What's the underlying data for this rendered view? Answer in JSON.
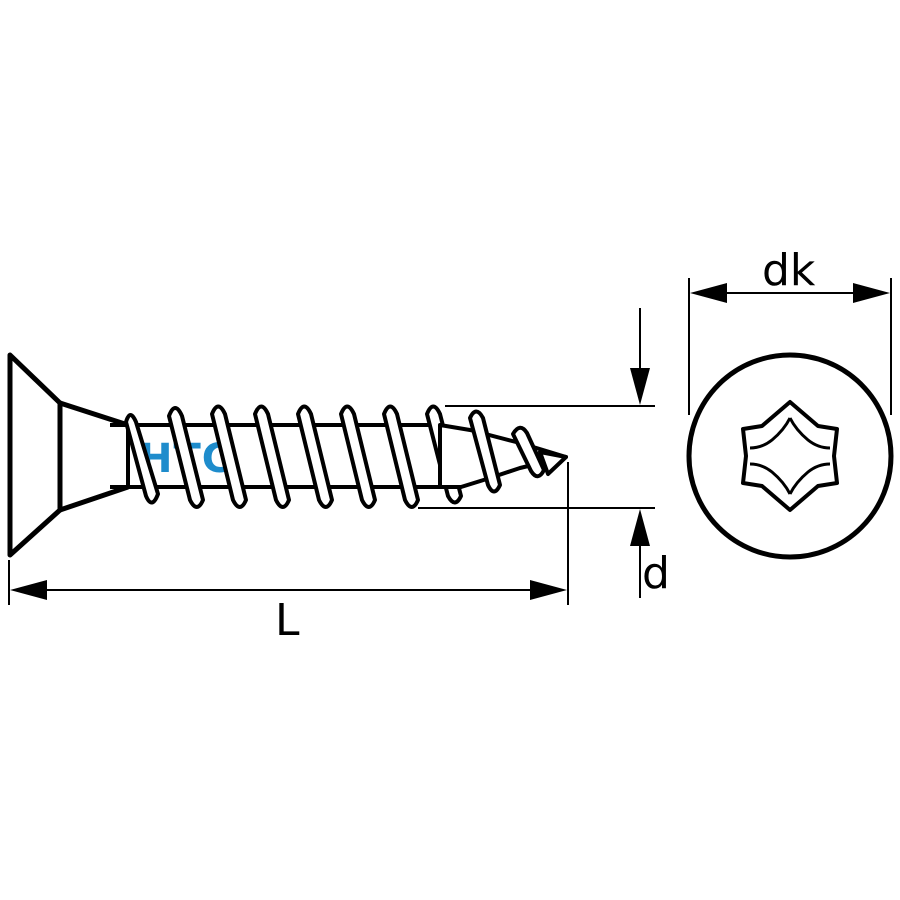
{
  "labels": {
    "length": "L",
    "shank_diameter": "d",
    "head_diameter": "dk"
  },
  "brand": {
    "text": "HTC",
    "color": "#1e8ccc"
  },
  "drive": {
    "icon": "six-lobe-star-icon"
  },
  "colors": {
    "line": "#000000",
    "background": "#ffffff"
  }
}
